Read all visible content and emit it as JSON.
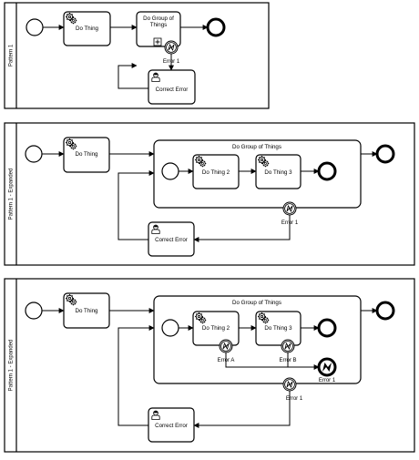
{
  "pools": [
    {
      "name": "Pattern 1",
      "tasks": {
        "do_thing": "Do Thing",
        "group": "Do Group of Things",
        "correct": "Correct Error"
      },
      "error": "Error 1"
    },
    {
      "name": "Pattern 1 - Expanded",
      "tasks": {
        "do_thing": "Do Thing",
        "group": "Do Group of Things",
        "thing2": "Do Thing 2",
        "thing3": "Do Thing 3",
        "correct": "Correct Error"
      },
      "error": "Error 1"
    },
    {
      "name": "Pattern 1 - Expanded",
      "tasks": {
        "do_thing": "Do Thing",
        "group": "Do Group of Things",
        "thing2": "Do Thing 2",
        "thing3": "Do Thing 3",
        "correct": "Correct Error"
      },
      "errors": {
        "a": "Error A",
        "b": "Error B",
        "end": "Error 1",
        "boundary": "Error 1"
      }
    }
  ],
  "icons": {
    "service": "gear-icon",
    "user": "user-icon",
    "collapsed": "plus-marker-icon",
    "error": "lightning-icon"
  }
}
